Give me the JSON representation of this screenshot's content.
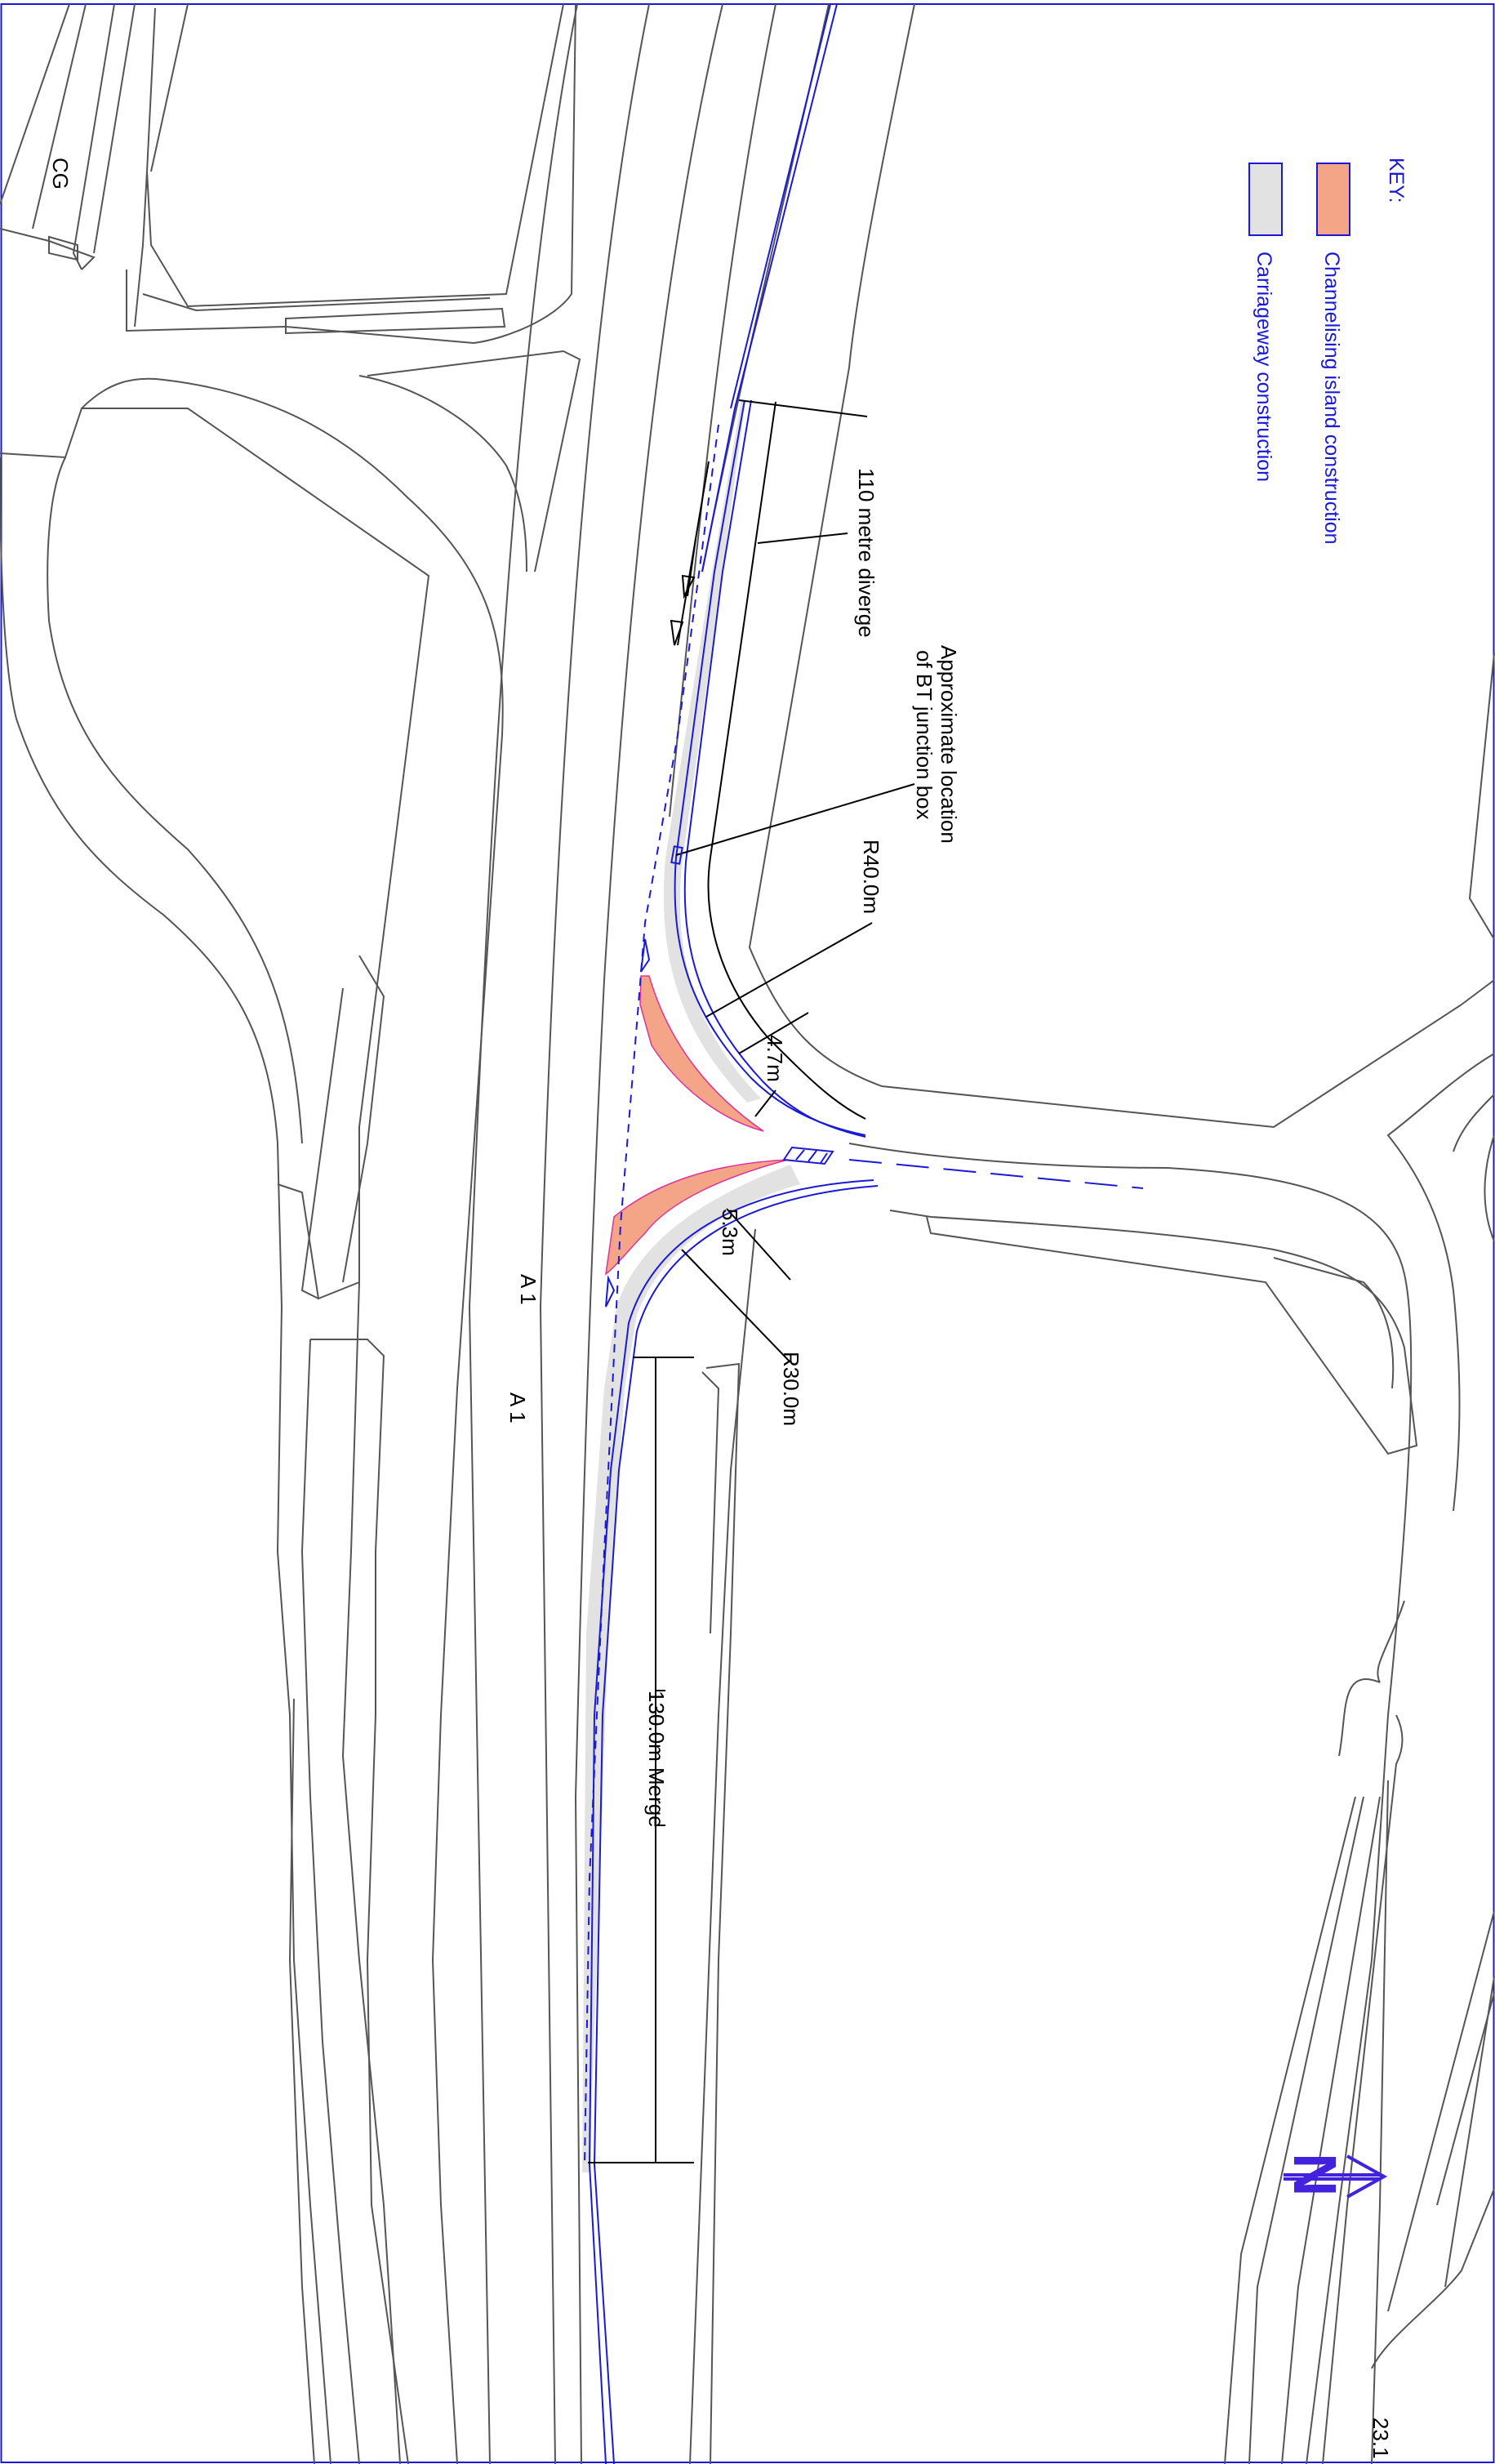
{
  "colors": {
    "outline": "#555555",
    "construction_blue": "#1a1ad6",
    "island_fill": "#f4a587",
    "carriageway_fill": "#e2e2e2",
    "north_arrow": "#4422dd"
  },
  "key": {
    "title": "KEY:",
    "items": [
      {
        "label": "Channelising island construction",
        "swatch": "island"
      },
      {
        "label": "Carriageway construction",
        "swatch": "carriageway"
      }
    ]
  },
  "annotations": {
    "diverge": "110 metre diverge",
    "bt_box_line1": "Approximate location",
    "bt_box_line2": "of BT junction box",
    "radius_north": "R40.0m",
    "width_north": "4.7m",
    "width_south": "5.3m",
    "radius_south": "R30.0m",
    "merge": "130.0m Merge"
  },
  "road_labels": {
    "a1_first": "A 1",
    "a1_second": "A 1"
  },
  "plot_codes": {
    "cg": "CG"
  },
  "north_arrow": {
    "letter": "N"
  },
  "sheet_number": "23.1"
}
